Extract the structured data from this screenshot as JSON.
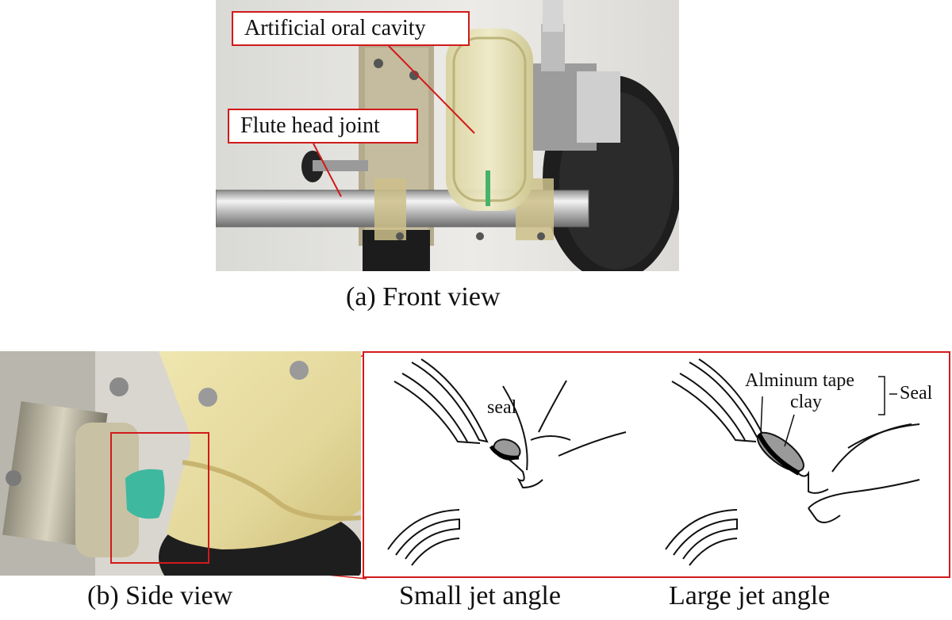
{
  "panel_a": {
    "caption": "(a) Front view",
    "callouts": {
      "oral_cavity": "Artificial oral cavity",
      "head_joint": "Flute head joint"
    }
  },
  "panel_b": {
    "caption": "(b) Side view",
    "diagram": {
      "small": {
        "caption": "Small jet angle",
        "label_seal": "seal"
      },
      "large": {
        "caption": "Large jet angle",
        "label_tape": "Alminum tape",
        "label_clay": "clay",
        "label_seal": "Seal"
      }
    }
  },
  "colors": {
    "callout_border": "#d11a1a",
    "clay_fill": "#9a9a9a",
    "green_clay": "#3fb8a0"
  }
}
